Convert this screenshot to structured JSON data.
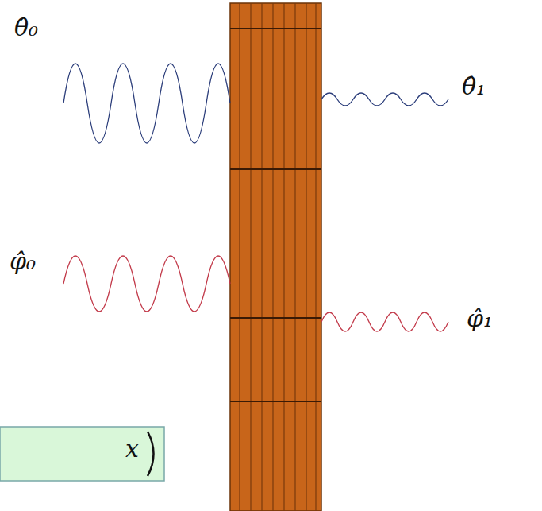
{
  "diagram": {
    "labels": [
      "θ̂₀",
      "θ̂₁",
      "φ̂₀",
      "φ̂₁",
      "x"
    ]
  }
}
